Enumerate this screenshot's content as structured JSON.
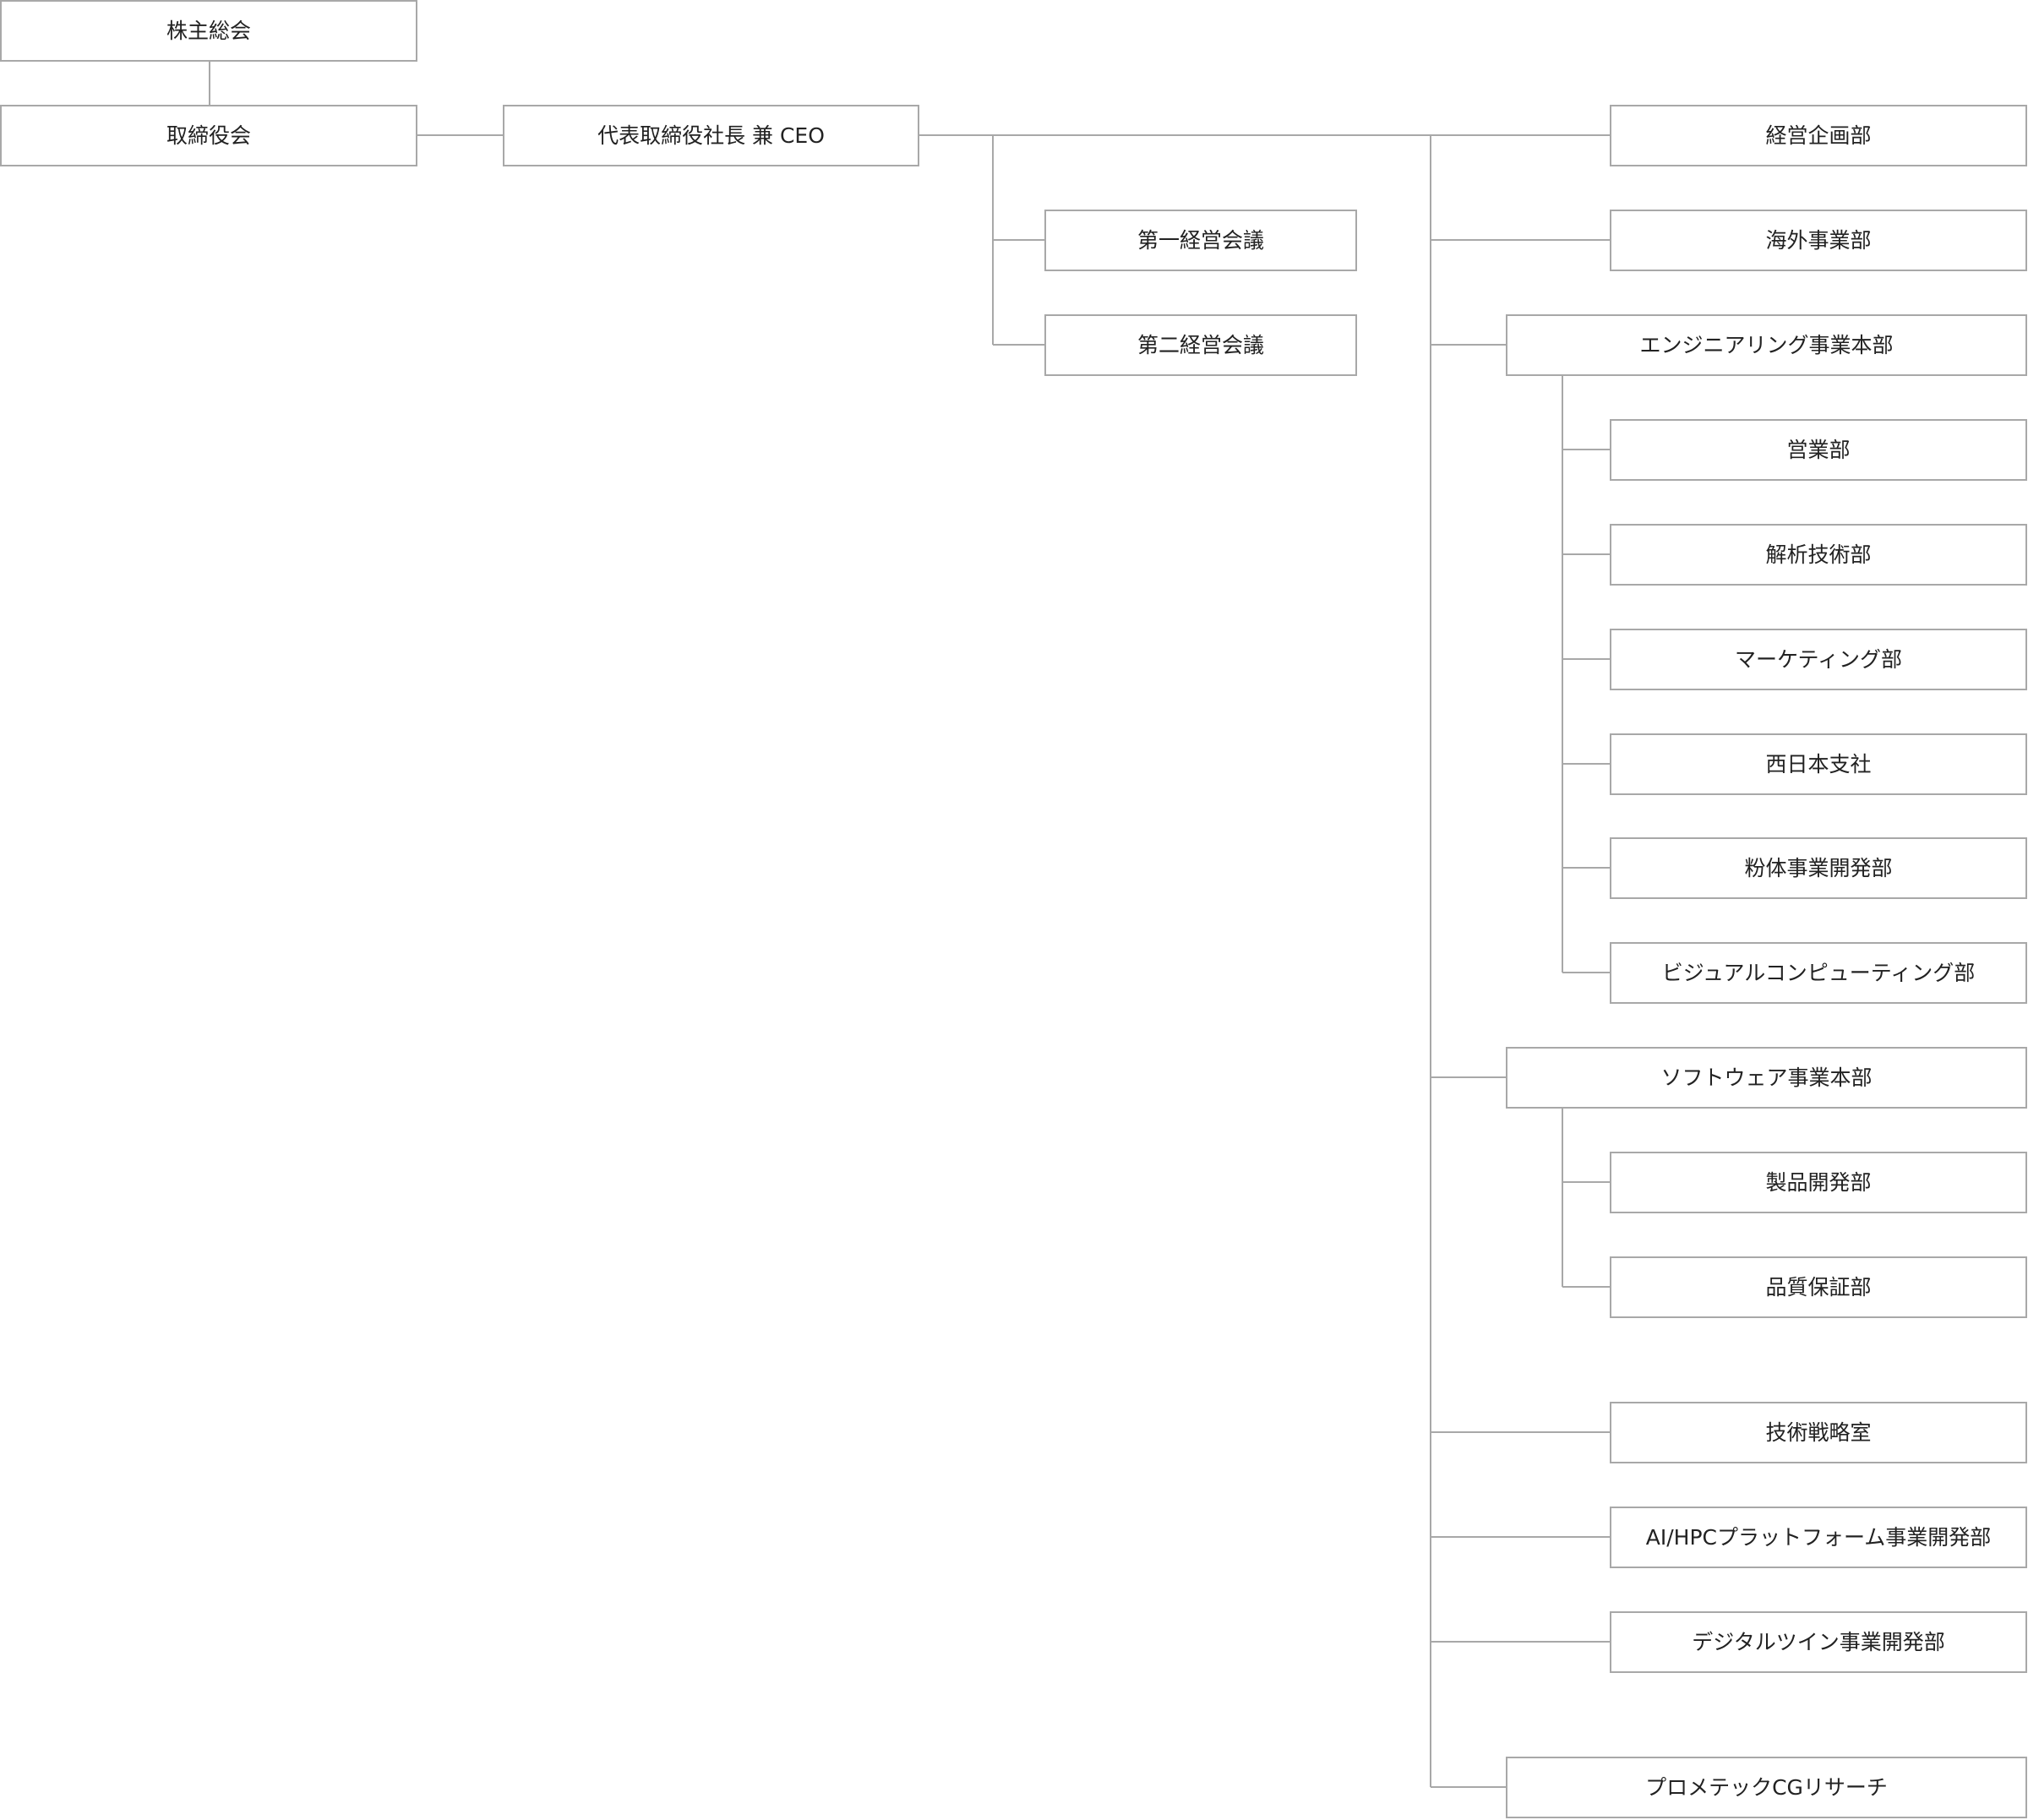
{
  "org_chart": {
    "shareholders_meeting": "株主総会",
    "board_of_directors": "取締役会",
    "president_ceo": "代表取締役社長 兼 CEO",
    "first_management_meeting": "第一経営会議",
    "second_management_meeting": "第二経営会議",
    "corporate_planning": "経営企画部",
    "overseas_business": "海外事業部",
    "engineering_division": {
      "label": "エンジニアリング事業本部",
      "departments": [
        "営業部",
        "解析技術部",
        "マーケティング部",
        "西日本支社",
        "粉体事業開発部",
        "ビジュアルコンピューティング部"
      ]
    },
    "software_division": {
      "label": "ソフトウェア事業本部",
      "departments": [
        "製品開発部",
        "品質保証部"
      ]
    },
    "technology_strategy_office": "技術戦略室",
    "ai_hpc_platform": "AI/HPCプラットフォーム事業開発部",
    "digital_twin": "デジタルツイン事業開発部",
    "prometech_cg_research": "プロメテックCGリサーチ"
  },
  "colors": {
    "border": "#a8a8a8",
    "line": "#a8a8a8",
    "text": "#222222",
    "background": "#ffffff"
  }
}
